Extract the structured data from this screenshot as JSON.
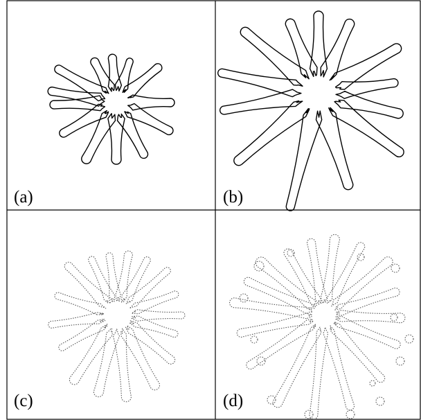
{
  "figure": {
    "panels": [
      {
        "id": "a",
        "label": "(a)"
      },
      {
        "id": "b",
        "label": "(b)"
      },
      {
        "id": "c",
        "label": "(c)"
      },
      {
        "id": "d",
        "label": "(d)"
      }
    ]
  },
  "colors": {
    "solid_outline": "#000000",
    "dotted_outline": "#555555",
    "background": "#ffffff"
  }
}
